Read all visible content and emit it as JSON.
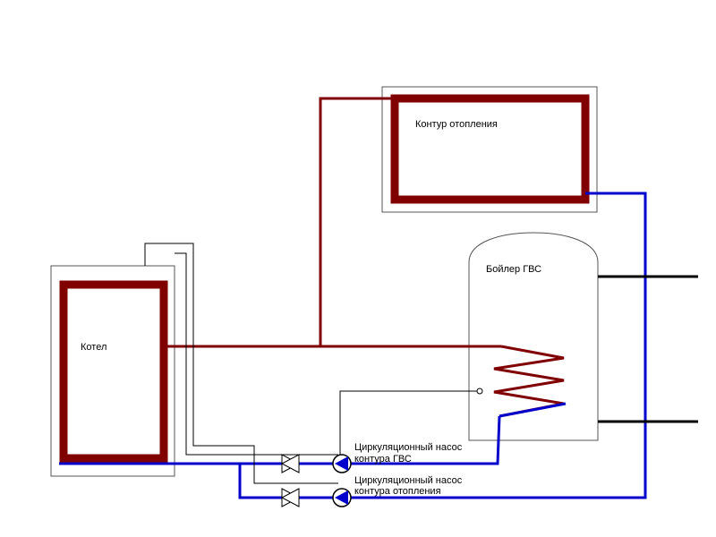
{
  "labels": {
    "heating_circuit": "Контур отопления",
    "boiler": "Котел",
    "dhw_tank": "Бойлер ГВС",
    "pump_dhw_line1": "Циркуляционный насос",
    "pump_dhw_line2": "контура ГВС",
    "pump_heating_line1": "Циркуляционный насос",
    "pump_heating_line2": "контура отопления"
  },
  "colors": {
    "hot_pipe": "#800000",
    "return_pipe": "#0000cc",
    "water_pipe": "#000000",
    "control_wire": "#000000",
    "outline": "#555555"
  },
  "icons": {
    "check_valve": "check-valve-icon",
    "pump": "circulation-pump-icon"
  }
}
